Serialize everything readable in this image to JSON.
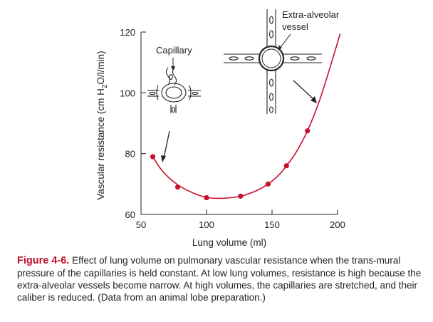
{
  "chart_data": {
    "type": "line",
    "title": "",
    "xlabel": "Lung volume (ml)",
    "ylabel_main": "Vascular resistance (cm H",
    "ylabel_sub": "2",
    "ylabel_tail": "O/l/min)",
    "xlim": [
      50,
      200
    ],
    "ylim": [
      60,
      120
    ],
    "xticks": [
      50,
      100,
      150,
      200
    ],
    "yticks": [
      60,
      80,
      100,
      120
    ],
    "grid": false,
    "points": [
      {
        "x": 59,
        "y": 79
      },
      {
        "x": 78,
        "y": 69
      },
      {
        "x": 100,
        "y": 65.5
      },
      {
        "x": 126,
        "y": 66
      },
      {
        "x": 147,
        "y": 70
      },
      {
        "x": 161,
        "y": 76
      },
      {
        "x": 177,
        "y": 87.5
      }
    ],
    "curve": [
      {
        "x": 59,
        "y": 79
      },
      {
        "x": 65,
        "y": 75
      },
      {
        "x": 72,
        "y": 71.8
      },
      {
        "x": 80,
        "y": 69.2
      },
      {
        "x": 90,
        "y": 67
      },
      {
        "x": 100,
        "y": 65.6
      },
      {
        "x": 112,
        "y": 65.3
      },
      {
        "x": 126,
        "y": 66
      },
      {
        "x": 138,
        "y": 67.8
      },
      {
        "x": 147,
        "y": 70
      },
      {
        "x": 155,
        "y": 72.9
      },
      {
        "x": 161,
        "y": 76
      },
      {
        "x": 168,
        "y": 80.2
      },
      {
        "x": 177,
        "y": 87.5
      },
      {
        "x": 186,
        "y": 97.2
      },
      {
        "x": 194,
        "y": 108
      },
      {
        "x": 202,
        "y": 119.5
      }
    ],
    "series_color": "#c8102e",
    "annotations": {
      "capillary": "Capillary",
      "extra_alveolar_line1": "Extra-alveolar",
      "extra_alveolar_line2": "vessel"
    }
  },
  "caption": {
    "label": "Figure 4-6.",
    "text": "Effect of lung volume on pulmonary vascular resistance when the trans-mural pressure of the capillaries is held constant. At low lung volumes, resistance is high because the extra-alveolar vessels become narrow. At high volumes, the capillaries are stretched, and their caliber is reduced. (Data from an animal lobe preparation.)"
  }
}
